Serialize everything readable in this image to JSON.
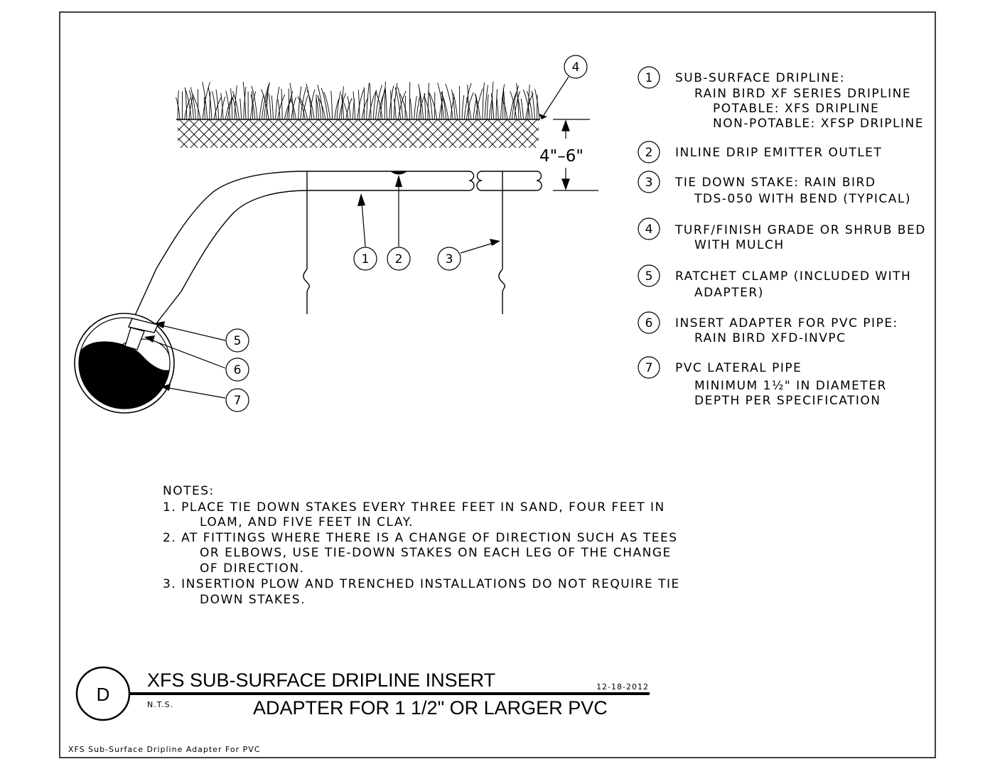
{
  "callouts": [
    {
      "num": "1",
      "lines": [
        "SUB-SURFACE DRIPLINE:",
        "RAIN BIRD XF SERIES DRIPLINE",
        "POTABLE: XFS DRIPLINE",
        "NON-POTABLE: XFSP DRIPLINE"
      ]
    },
    {
      "num": "2",
      "lines": [
        "INLINE DRIP EMITTER OUTLET"
      ]
    },
    {
      "num": "3",
      "lines": [
        "TIE DOWN STAKE: RAIN BIRD",
        "TDS-050 WITH BEND (TYPICAL)"
      ]
    },
    {
      "num": "4",
      "lines": [
        "TURF/FINISH GRADE OR SHRUB BED",
        "WITH MULCH"
      ]
    },
    {
      "num": "5",
      "lines": [
        "RATCHET CLAMP (INCLUDED WITH",
        "ADAPTER)"
      ]
    },
    {
      "num": "6",
      "lines": [
        "INSERT ADAPTER FOR PVC PIPE:",
        "RAIN BIRD XFD-INVPC"
      ]
    },
    {
      "num": "7",
      "lines": [
        "PVC LATERAL PIPE",
        "MINIMUM 1½\" IN DIAMETER",
        "DEPTH PER SPECIFICATION"
      ]
    }
  ],
  "dimension": "4\"–6\"",
  "notes": {
    "heading": "NOTES:",
    "lines": [
      "1. PLACE TIE DOWN STAKES EVERY THREE FEET IN SAND, FOUR FEET IN",
      "LOAM, AND FIVE FEET IN CLAY.",
      "2. AT FITTINGS WHERE THERE IS A CHANGE OF DIRECTION SUCH AS TEES",
      "OR ELBOWS, USE TIE-DOWN STAKES ON EACH LEG OF THE CHANGE",
      "OF DIRECTION.",
      "3. INSERTION PLOW AND TRENCHED INSTALLATIONS DO NOT REQUIRE TIE",
      "DOWN STAKES."
    ]
  },
  "title_block": {
    "detail_letter": "D",
    "title_line1": "XFS SUB-SURFACE DRIPLINE INSERT",
    "title_line2": "ADAPTER FOR 1 1/2\" OR LARGER PVC",
    "scale": "N.T.S.",
    "date": "12-18-2012"
  },
  "footer_caption": "XFS Sub-Surface Dripline Adapter For PVC"
}
